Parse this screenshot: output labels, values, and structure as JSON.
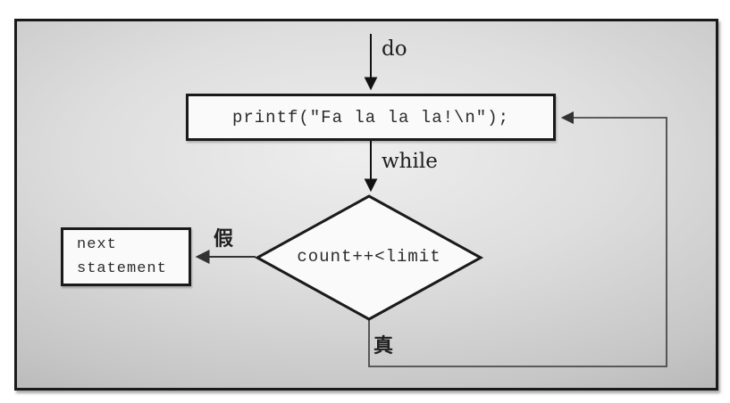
{
  "flowchart": {
    "entry_arrow_label": "do",
    "body_statement": "printf(\"Fa la la la!\\n\");",
    "condition_arrow_label": "while",
    "condition_expression": "count++<limit",
    "false_branch_label": "假",
    "true_branch_label": "真",
    "exit_node": {
      "line1": "next",
      "line2": "statement"
    }
  },
  "colors": {
    "frame_border": "#1a1a1a",
    "panel_background_center": "#eeeeee",
    "panel_background_edge": "#b3b3b3",
    "node_fill": "#fafafa",
    "node_border": "#1a1a1a",
    "arrow_dark": "#111111",
    "arrow_gray": "#4a4a4a",
    "text": "#2b2b2b"
  }
}
